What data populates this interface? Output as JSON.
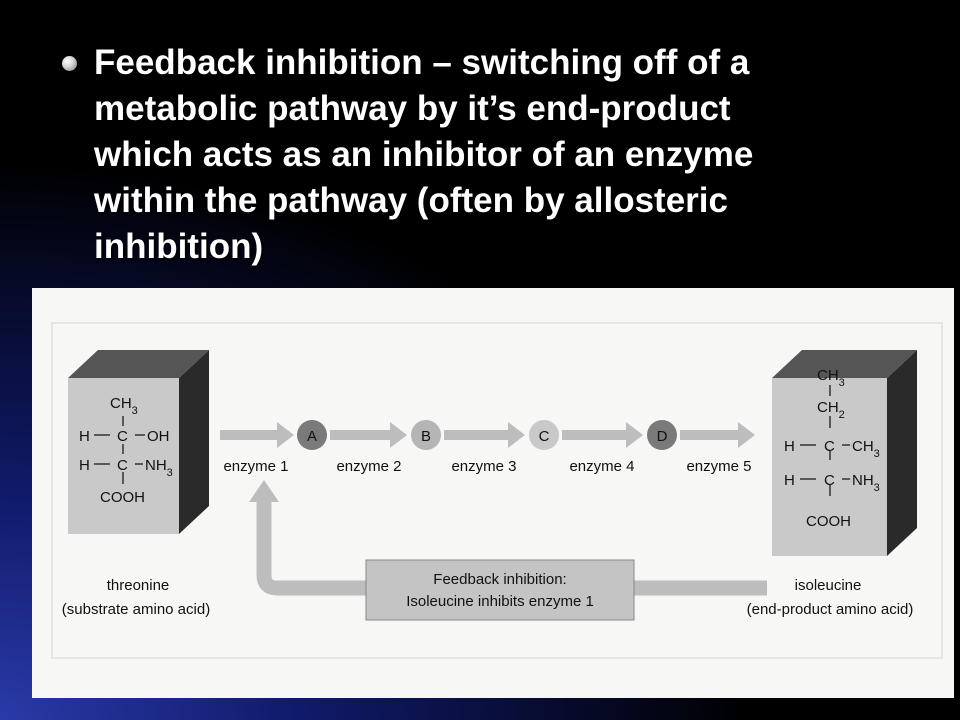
{
  "bullet": {
    "lines": [
      "Feedback inhibition – switching off of a",
      "metabolic pathway by it’s end-product",
      "which acts as an inhibitor of an enzyme",
      "within the pathway (often by allosteric",
      "inhibition)"
    ]
  },
  "diagram": {
    "substrate": {
      "formula": [
        "CH3",
        "H",
        "C",
        "OH",
        "H",
        "C",
        "NH3",
        "COOH"
      ],
      "name": "threonine",
      "caption": "(substrate amino acid)"
    },
    "product": {
      "formula": [
        "CH3",
        "CH2",
        "H",
        "C",
        "CH3",
        "H",
        "C",
        "NH3",
        "COOH"
      ],
      "name": "isoleucine",
      "caption": "(end-product amino acid)"
    },
    "intermediates": [
      "A",
      "B",
      "C",
      "D"
    ],
    "enzymes": [
      "enzyme 1",
      "enzyme 2",
      "enzyme 3",
      "enzyme 4",
      "enzyme 5"
    ],
    "feedback": {
      "line1": "Feedback inhibition:",
      "line2": "Isoleucine inhibits enzyme 1"
    },
    "colors": {
      "arrow": "#bdbdbd",
      "node": "#9a9a9a",
      "box_front": "#c9c9c9",
      "box_side": "#2a2a2a",
      "feedback_box": "#c4c4c4"
    }
  }
}
